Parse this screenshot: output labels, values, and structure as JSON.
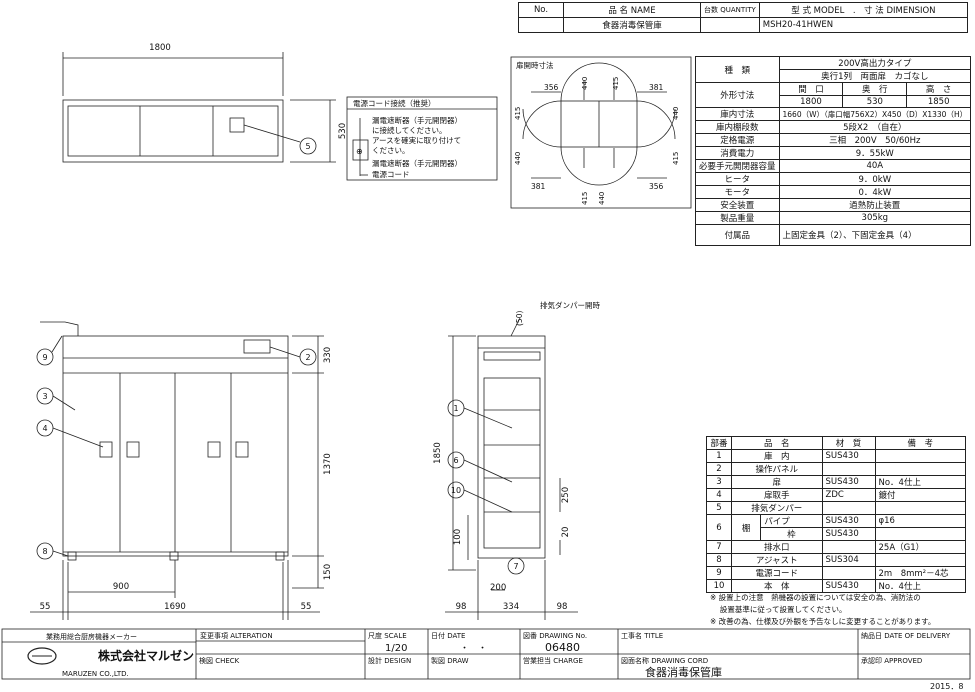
{
  "header": {
    "no_label": "No.",
    "name_label": "品 名 NAME",
    "qty_label": "台数 QUANTITY",
    "model_label": "型 式 MODEL",
    "dim_label": "寸 法 DIMENSION",
    "name_value": "食器消毒保管庫",
    "model_value": "MSH20-41HWEN"
  },
  "door_panel": {
    "title": "扉開時寸法",
    "dims": [
      "356",
      "440",
      "415",
      "381",
      "415",
      "440",
      "440",
      "381",
      "415",
      "440",
      "356",
      "415"
    ]
  },
  "cord_panel": {
    "title": "電源コード接続（推奨）",
    "lines": [
      "漏電遮断器（手元開閉器）",
      "に接続してください。",
      "アースを確実に取り付けて",
      "ください。"
    ],
    "breaker_label": "漏電遮断器（手元開閉器）",
    "cord_label": "電源コード",
    "symbol": "⊕"
  },
  "spec": {
    "type_label": "種　類",
    "type_value1": "200V高出力タイプ",
    "type_value2": "奥行1列　両面扉　カゴなし",
    "dim_label": "外形寸法",
    "w_label": "間　口",
    "d_label": "奥　行",
    "h_label": "高　さ",
    "w": "1800",
    "d": "530",
    "h": "1850",
    "rows": [
      {
        "k": "庫内寸法",
        "v": "1660（W）（扉口幅756X2）X450（D）X1330（H）"
      },
      {
        "k": "庫内棚段数",
        "v": "5段X2　（自在）"
      },
      {
        "k": "定格電源",
        "v": "三相　200V　50/60Hz"
      },
      {
        "k": "消費電力",
        "v": "9．55kW"
      },
      {
        "k": "必要手元開閉器容量",
        "v": "40A"
      },
      {
        "k": "ヒータ",
        "v": "9．0kW"
      },
      {
        "k": "モータ",
        "v": "0．4kW"
      },
      {
        "k": "安全装置",
        "v": "過熱防止装置"
      },
      {
        "k": "製品重量",
        "v": "305kg"
      },
      {
        "k": "付属品",
        "v": "上固定金具（2）、下固定金具（4）"
      }
    ]
  },
  "parts": {
    "headers": [
      "部番",
      "品　名",
      "材　質",
      "備　考"
    ],
    "rows": [
      {
        "no": "1",
        "name": "庫　内",
        "mat": "SUS430",
        "note": ""
      },
      {
        "no": "2",
        "name": "操作パネル",
        "mat": "",
        "note": ""
      },
      {
        "no": "3",
        "name": "扉",
        "mat": "SUS430",
        "note": "No．4仕上"
      },
      {
        "no": "4",
        "name": "扉取手",
        "mat": "ZDC",
        "note": "鍍付"
      },
      {
        "no": "5",
        "name": "排気ダンパー",
        "mat": "",
        "note": ""
      },
      {
        "no": "6",
        "name": "棚",
        "sub1": "パイプ",
        "sub2": "枠",
        "mat": "SUS430",
        "mat2": "SUS430",
        "note": "φ16",
        "note2": ""
      },
      {
        "no": "7",
        "name": "排水口",
        "mat": "",
        "note": "25A（G1）"
      },
      {
        "no": "8",
        "name": "アジャスト",
        "mat": "SUS304",
        "note": ""
      },
      {
        "no": "9",
        "name": "電源コード",
        "mat": "",
        "note": "2m　8mm²－4芯"
      },
      {
        "no": "10",
        "name": "本　体",
        "mat": "SUS430",
        "note": "No．4仕上"
      }
    ]
  },
  "notes": [
    "※ 設置上の注意　熱機器の設置については安全の為、消防法の",
    "　 設置基準に従って設置してください。",
    "※ 改善の為、仕様及び外観を予告なしに変更することがあります。"
  ],
  "top_view": {
    "width": "1800",
    "depth": "530",
    "callout": "5"
  },
  "front_view": {
    "dims": {
      "top": "330",
      "mid": "1370",
      "bottom": "150",
      "half": "900",
      "inner": "1690",
      "left": "55",
      "right": "55"
    },
    "callouts": [
      "9",
      "2",
      "3",
      "4",
      "8"
    ]
  },
  "side_view": {
    "damper_label": "排気ダンパー開時",
    "dims": {
      "angle": "(50)",
      "height": "1850",
      "shelf": "250",
      "bottom": "100",
      "floor": "20",
      "drain": "200",
      "left": "98",
      "mid": "334",
      "right": "98"
    },
    "callouts": [
      "1",
      "6",
      "10",
      "7"
    ]
  },
  "title_block": {
    "company_top": "業務用総合厨房機器メーカー",
    "company": "株式会社マルゼン",
    "company_en": "MARUZEN CO.,LTD.",
    "alteration": "変更事項 ALTERATION",
    "scale_label": "尺度 SCALE",
    "scale": "1/20",
    "date_label": "日付 DATE",
    "date": "・　・",
    "drawing_label": "図番 DRAWING No.",
    "drawing": "06480",
    "title_label": "工事名 TITLE",
    "delivery_label": "納品日 DATE OF DELIVERY",
    "check_label": "検図 CHECK",
    "design_label": "設計 DESIGN",
    "draw_label": "製図 DRAW",
    "charge_label": "営業担当 CHARGE",
    "cord_label": "図面名称 DRAWING CORD",
    "cord_value": "食器消毒保管庫",
    "approved_label": "承認印 APPROVED",
    "date_bottom": "2015．8"
  }
}
